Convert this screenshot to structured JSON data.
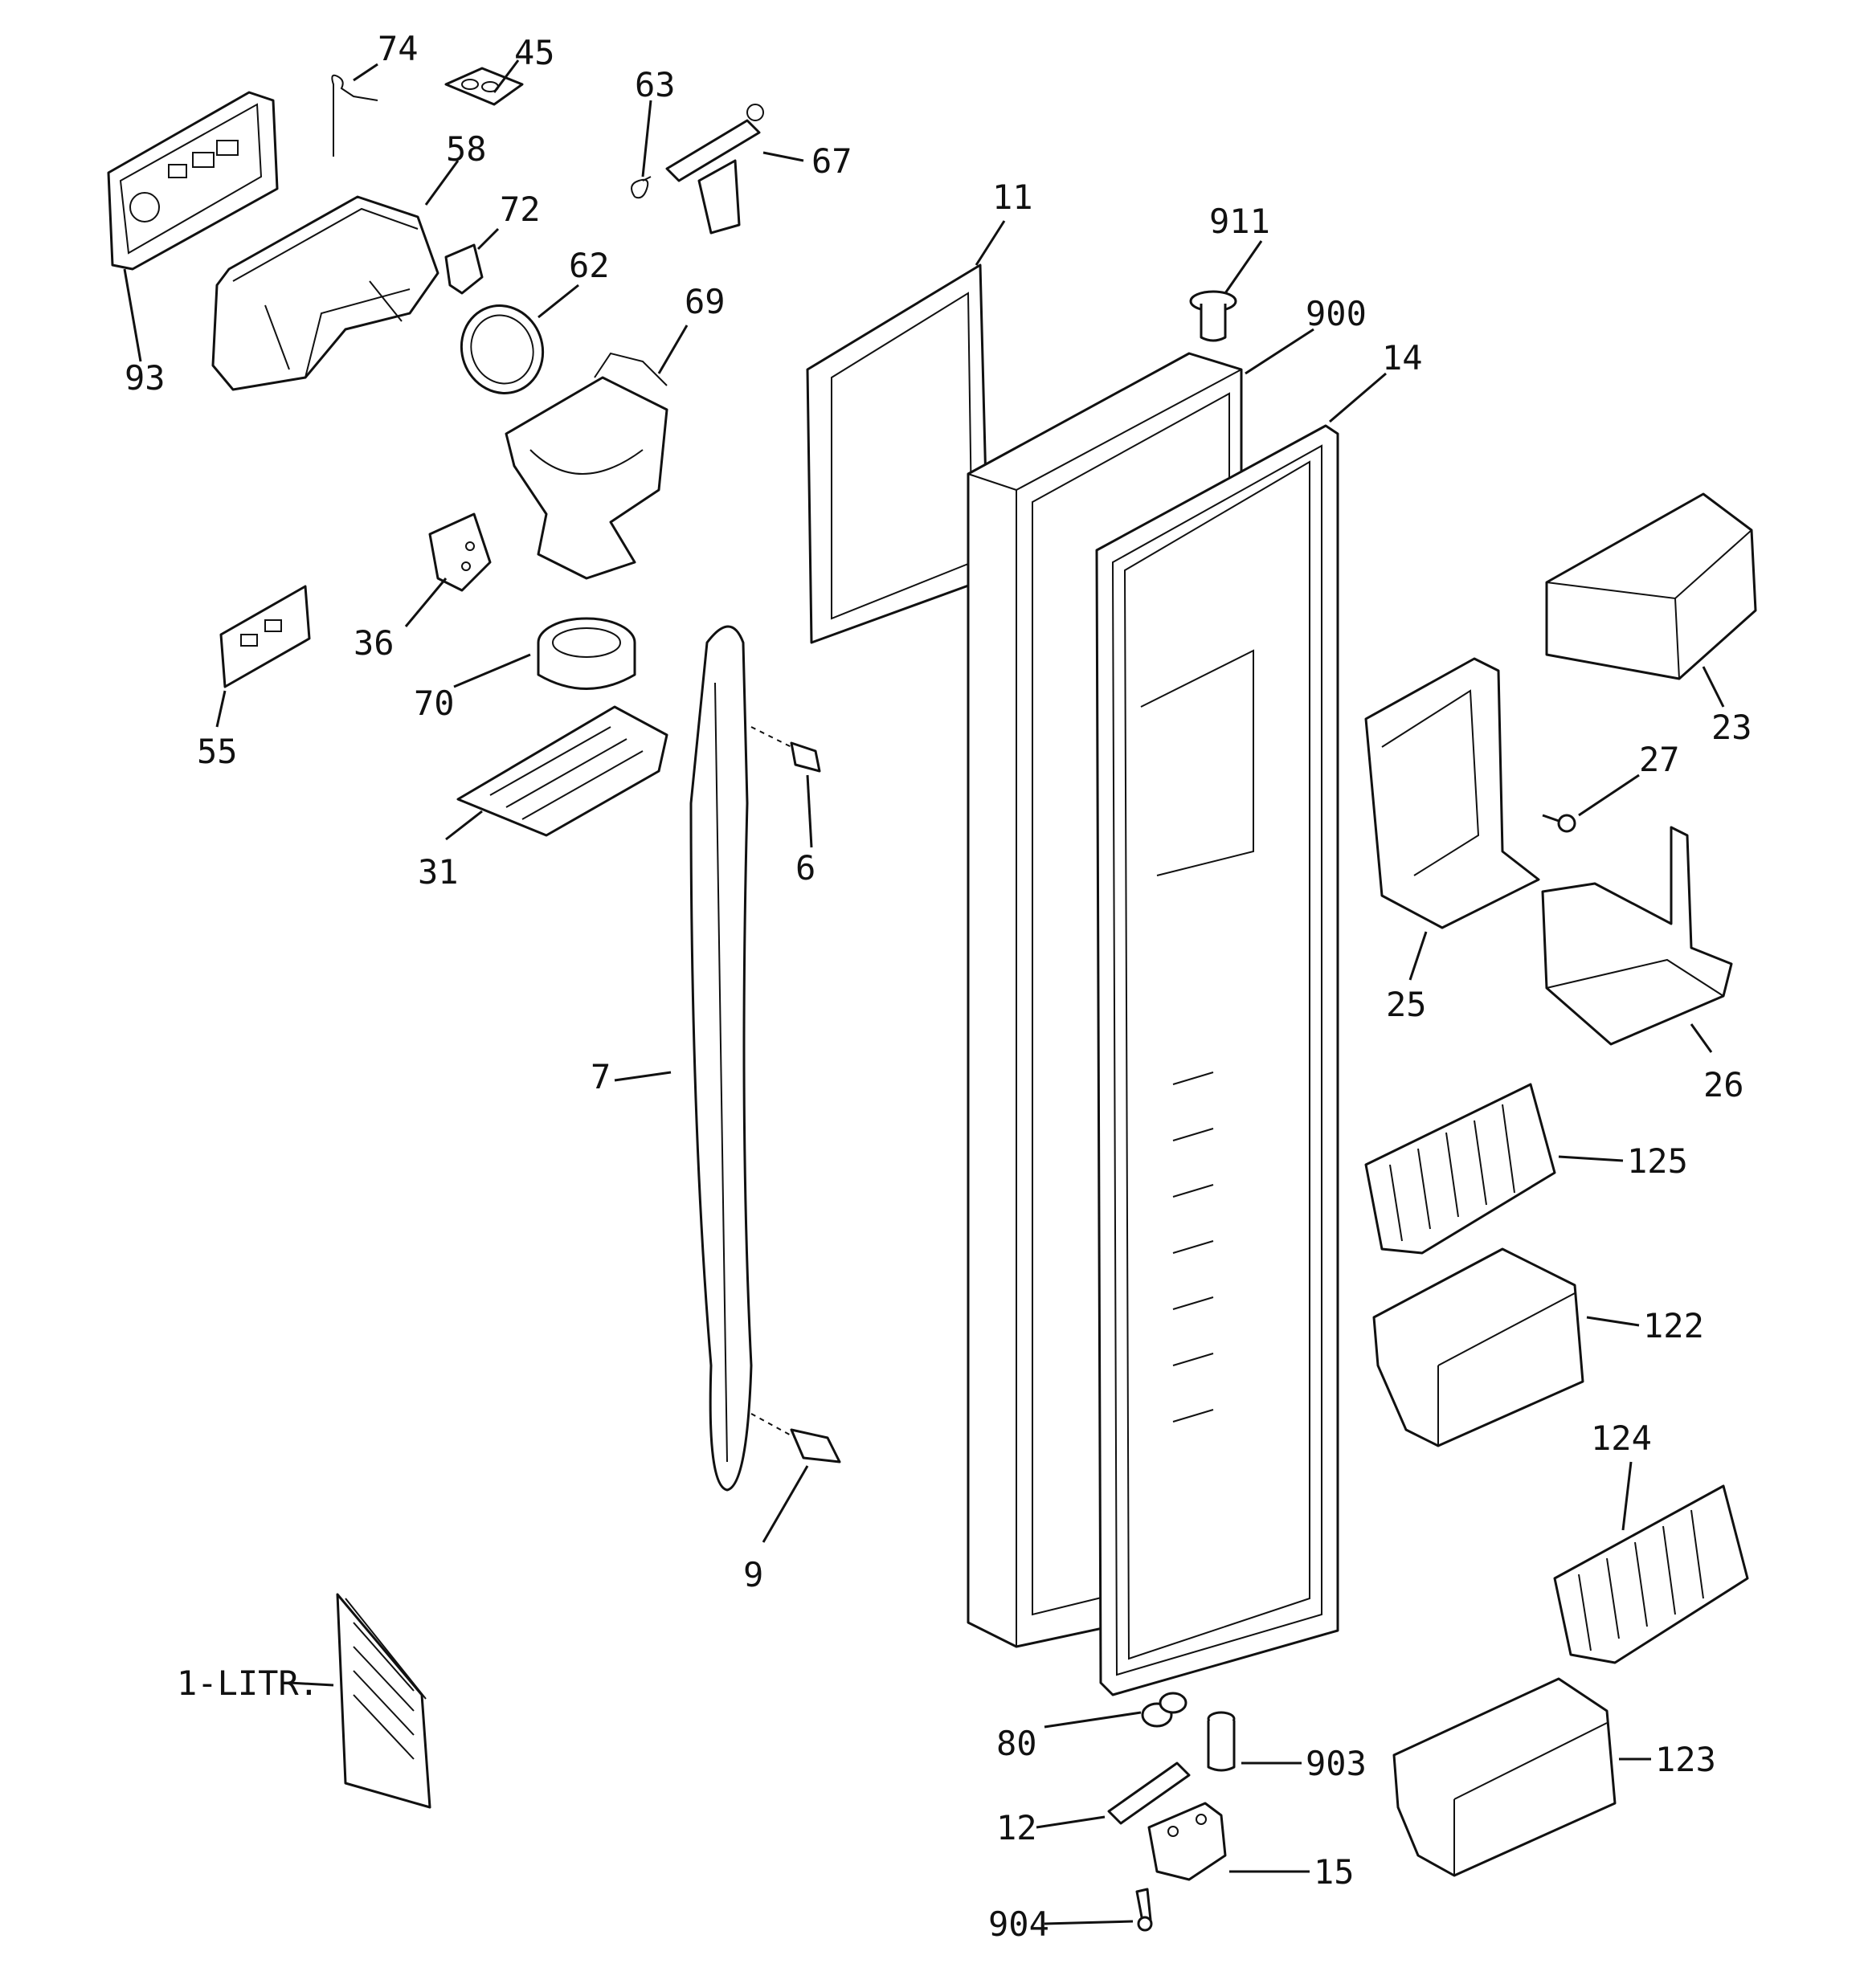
{
  "parts": [
    {
      "id": "74",
      "label": "74"
    },
    {
      "id": "45",
      "label": "45"
    },
    {
      "id": "63",
      "label": "63"
    },
    {
      "id": "67",
      "label": "67"
    },
    {
      "id": "58",
      "label": "58"
    },
    {
      "id": "72",
      "label": "72"
    },
    {
      "id": "62",
      "label": "62"
    },
    {
      "id": "69",
      "label": "69"
    },
    {
      "id": "93",
      "label": "93"
    },
    {
      "id": "11",
      "label": "11"
    },
    {
      "id": "911",
      "label": "911"
    },
    {
      "id": "900",
      "label": "900"
    },
    {
      "id": "14",
      "label": "14"
    },
    {
      "id": "36",
      "label": "36"
    },
    {
      "id": "55",
      "label": "55"
    },
    {
      "id": "70",
      "label": "70"
    },
    {
      "id": "31",
      "label": "31"
    },
    {
      "id": "6",
      "label": "6"
    },
    {
      "id": "23",
      "label": "23"
    },
    {
      "id": "27",
      "label": "27"
    },
    {
      "id": "25",
      "label": "25"
    },
    {
      "id": "26",
      "label": "26"
    },
    {
      "id": "7",
      "label": "7"
    },
    {
      "id": "125",
      "label": "125"
    },
    {
      "id": "122",
      "label": "122"
    },
    {
      "id": "9",
      "label": "9"
    },
    {
      "id": "124",
      "label": "124"
    },
    {
      "id": "1-litr",
      "label": "1-LITR."
    },
    {
      "id": "80",
      "label": "80"
    },
    {
      "id": "903",
      "label": "903"
    },
    {
      "id": "123",
      "label": "123"
    },
    {
      "id": "12",
      "label": "12"
    },
    {
      "id": "15",
      "label": "15"
    },
    {
      "id": "904",
      "label": "904"
    }
  ]
}
